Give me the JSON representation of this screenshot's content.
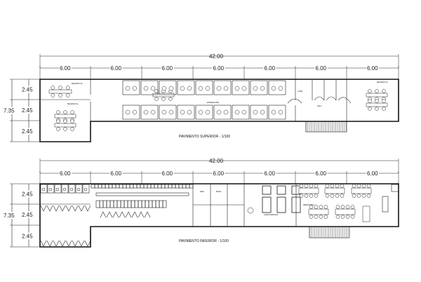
{
  "upper_plan": {
    "title": "PAVIMENTO SUPERIOR  -  1/100",
    "total_dim": "42.00",
    "bay_dims": [
      "6.00",
      "6.00",
      "6.00",
      "6.00",
      "6.00",
      "6.00",
      "6.00"
    ],
    "height_total": "7.35",
    "height_parts": [
      "2.45",
      "2.45",
      "2.45"
    ],
    "rooms": [
      "REUNIÃO 02",
      "REUNIÃO 01",
      "ENGENHARIA",
      "COPA",
      "HALL",
      "REUNIÃO 03"
    ]
  },
  "lower_plan": {
    "title": "PAVIMENTO INFERIOR  -  1/100",
    "total_dim": "42.00",
    "bay_dims": [
      "6.00",
      "6.00",
      "6.00",
      "6.00",
      "6.00",
      "6.00",
      "6.00"
    ],
    "height_total": "7.35",
    "height_parts": [
      "2.45",
      "2.45",
      "2.45"
    ],
    "rooms": [
      "FEM.",
      "MASC.",
      "ALMOXARIFADO",
      "REFEITÓRIO"
    ]
  }
}
